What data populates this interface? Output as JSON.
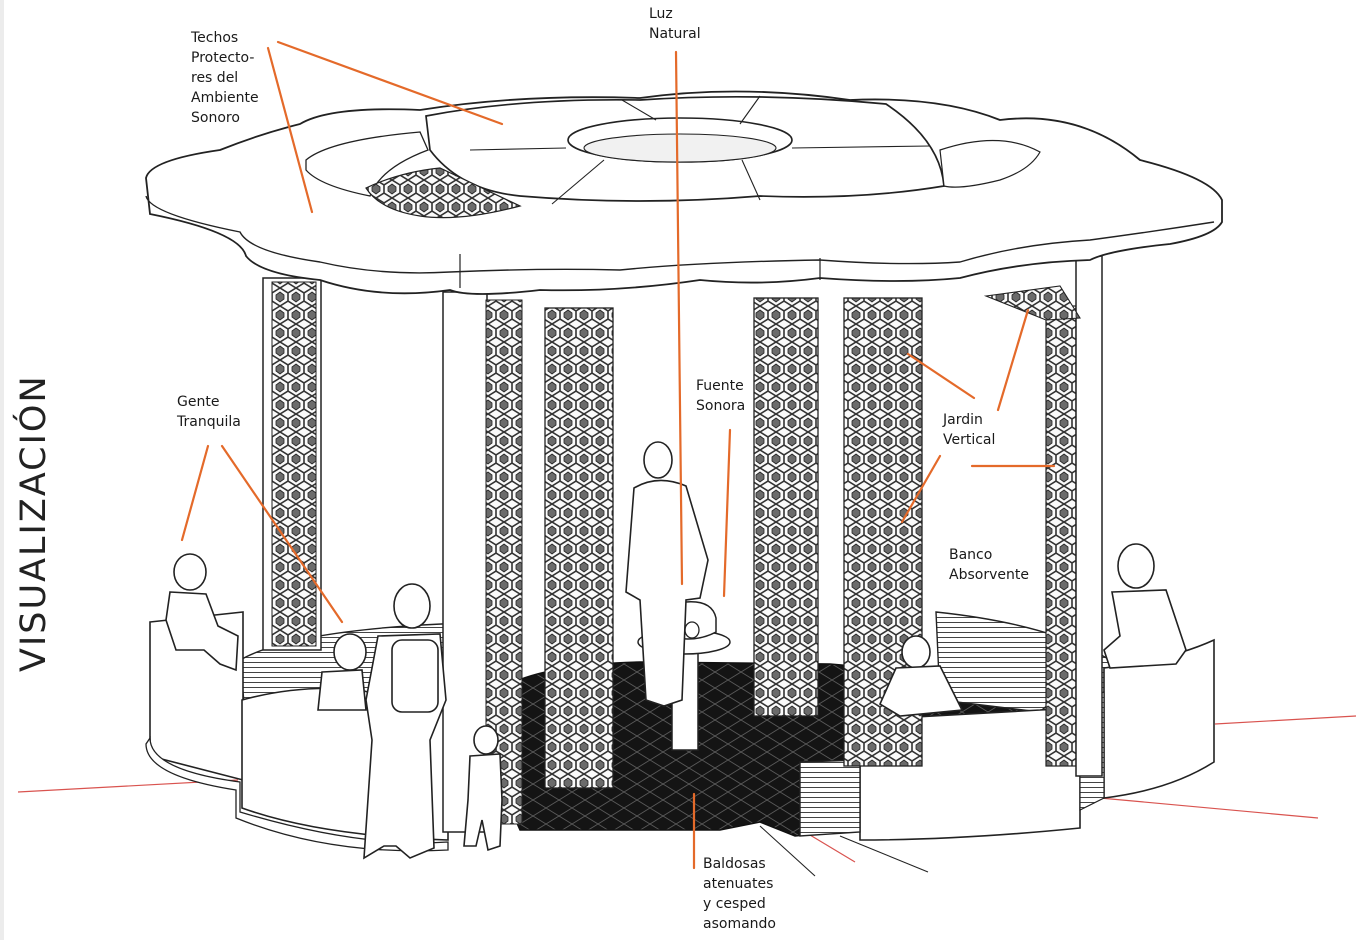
{
  "title": "VISUALIZACIÓN",
  "colors": {
    "accent": "#e46a2a",
    "ink": "#1a1a1a",
    "ground_line": "#d9534f",
    "floor": "#151515"
  },
  "labels": {
    "techos": "Techos\nProtecto-\nres del\nAmbiente\nSonoro",
    "luz": "Luz\nNatural",
    "gente": "Gente\nTranquila",
    "fuente": "Fuente\nSonora",
    "jardin": "Jardin\nVertical",
    "banco": "Banco\nAbsorvente",
    "baldosas": "Baldosas\natenuates\ny cesped\nasomando"
  }
}
